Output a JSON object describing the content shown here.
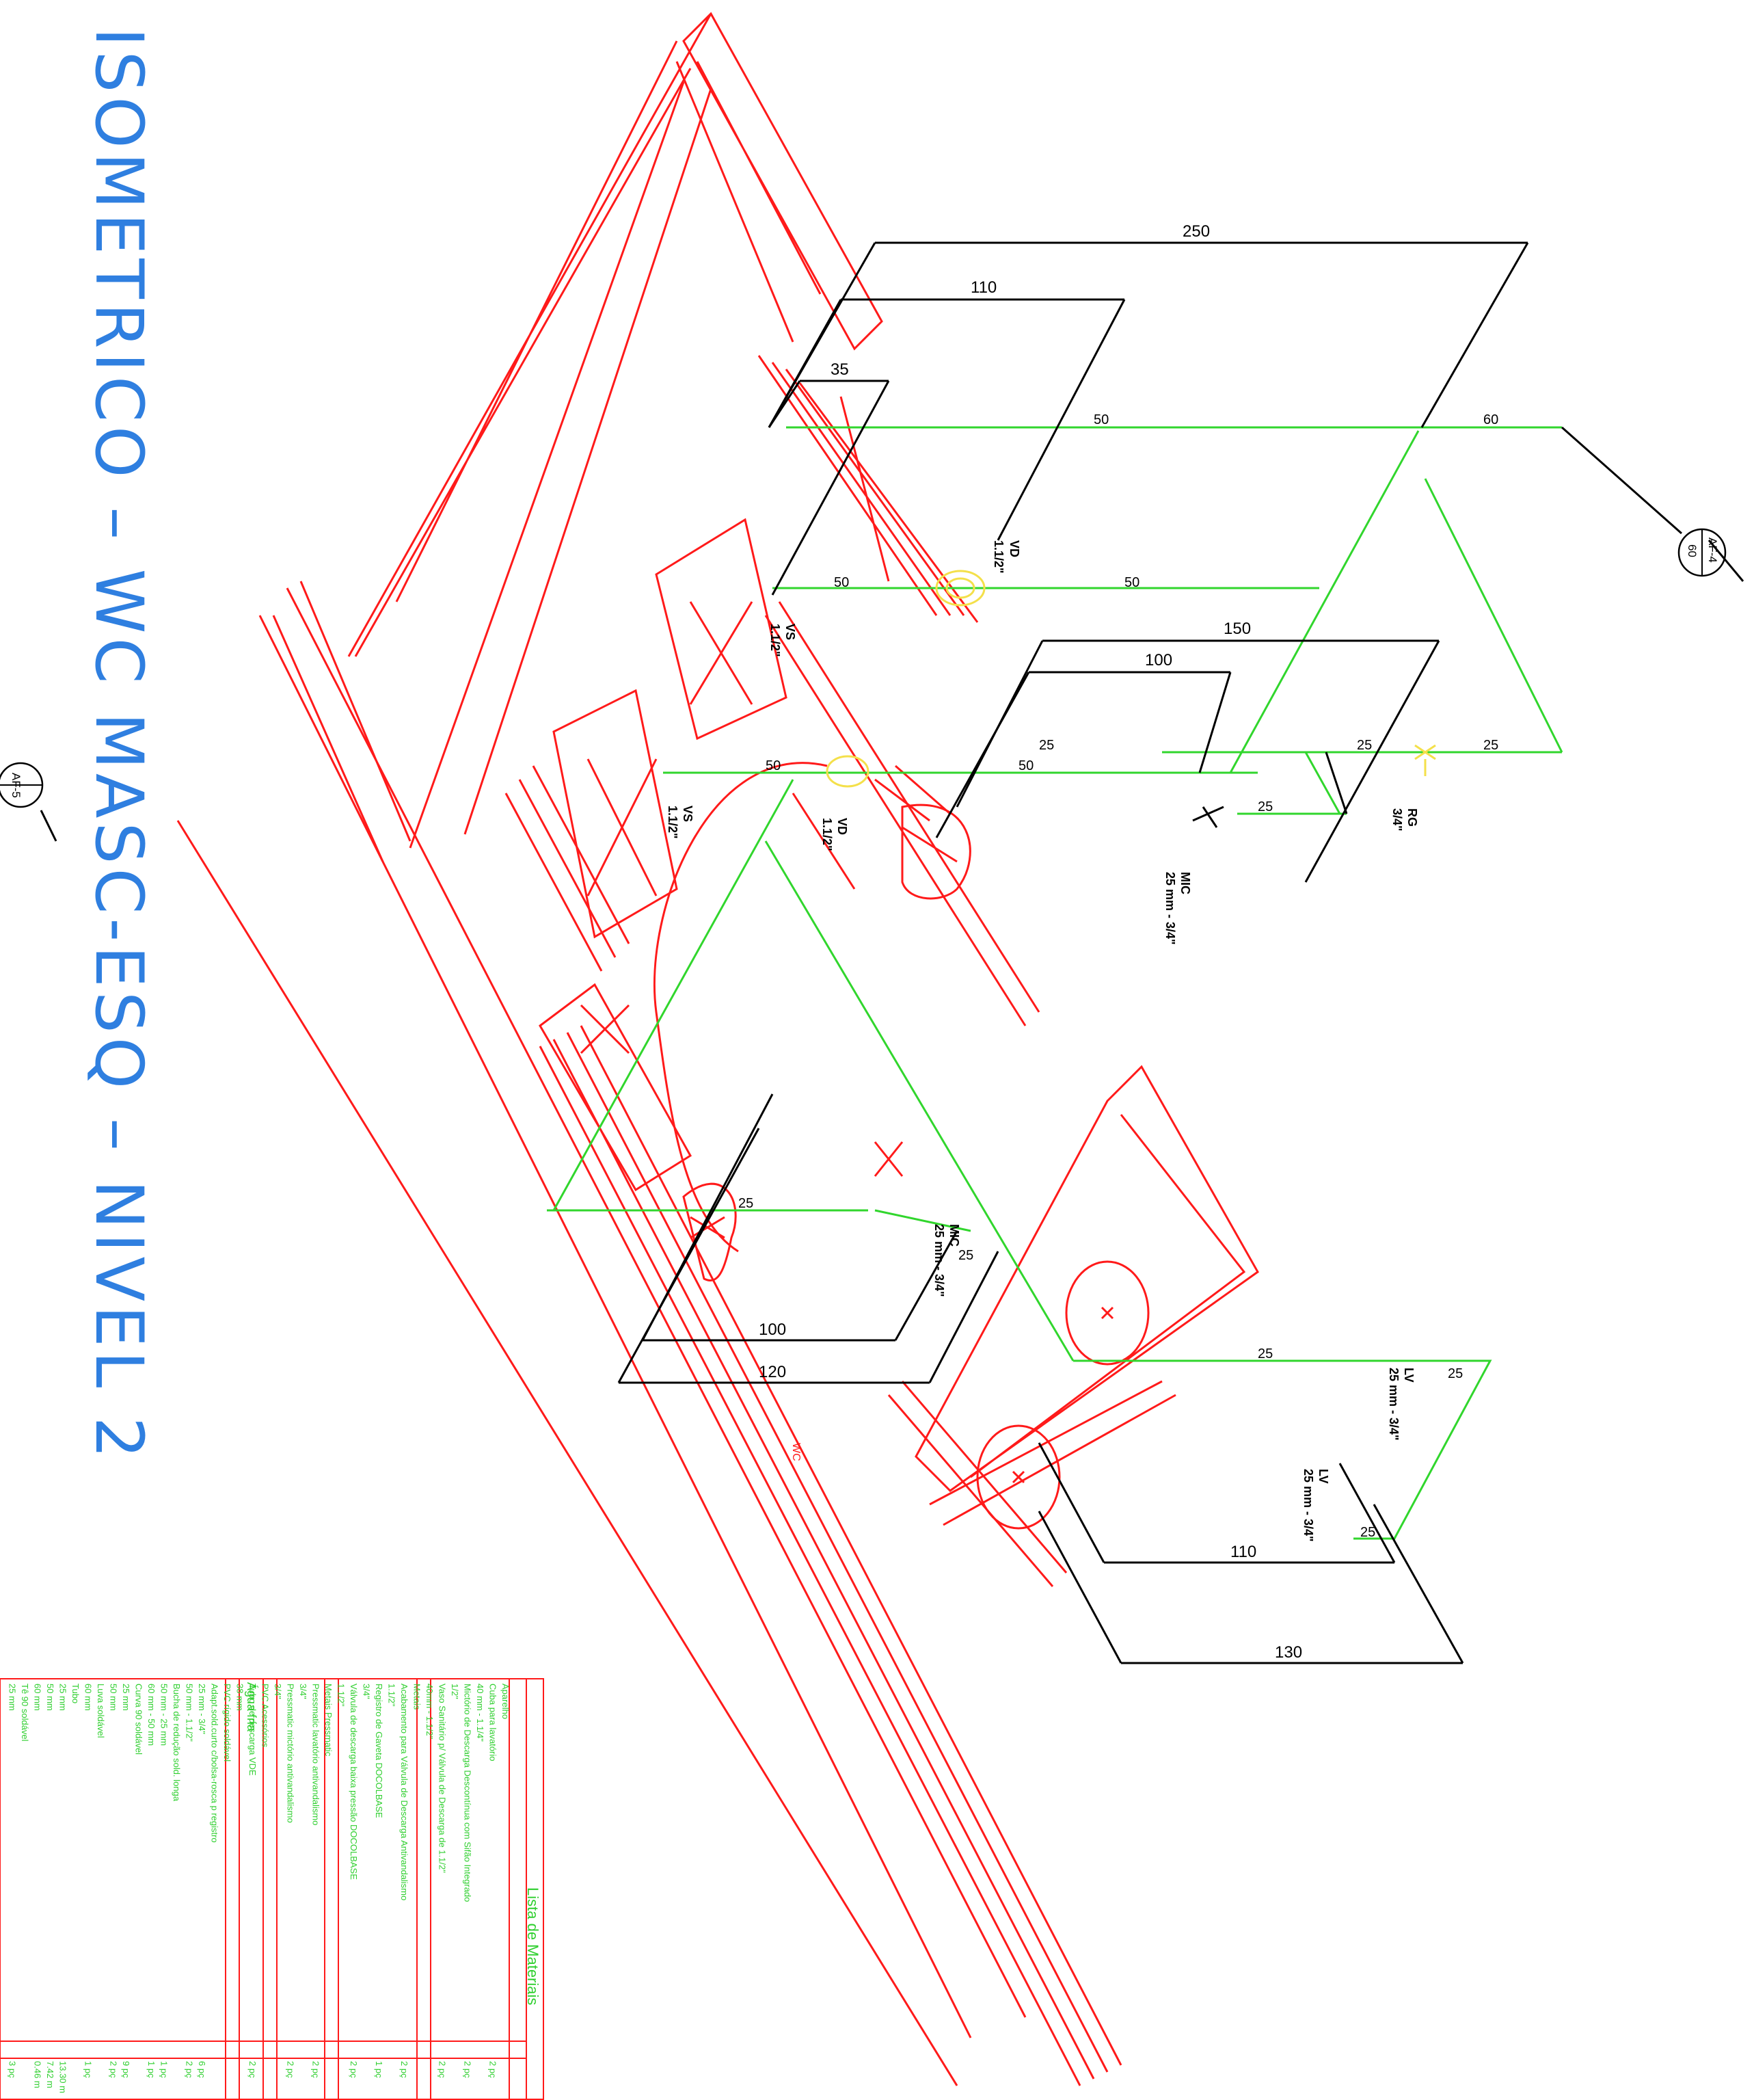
{
  "title": "ISOMETRICO – WC MASC-ESQ – NIVEL 2",
  "markers": {
    "af5": "AF-5",
    "af4": "AF-4",
    "af4_size": "60"
  },
  "dimensions": {
    "d250": "250",
    "d110_top": "110",
    "d35": "35",
    "d150": "150",
    "d100_mid": "100",
    "d100_bottom": "100",
    "d120": "120",
    "d110_bottom": "110",
    "d130": "130"
  },
  "pipe_sizes": {
    "s50": "50",
    "s60": "60",
    "s25": "25"
  },
  "fixture_labels": {
    "vd": "VD",
    "vd_size": "1.1/2\"",
    "vs": "VS",
    "vs_size": "1.1/2\"",
    "rg": "RG",
    "rg_size": "3/4\"",
    "mic": "MIC",
    "mic_size": "25 mm - 3/4\"",
    "lv": "LV",
    "lv_size": "25 mm - 3/4\"",
    "wc": "WC"
  },
  "materials": {
    "title": "Lista de Materiais",
    "section_water": "Água fria",
    "lines": [
      {
        "text": "Aparelho",
        "qty": ""
      },
      {
        "text": "Cuba para lavatório",
        "qty": "2 pç"
      },
      {
        "text": "40 mm - 1.1/4\"",
        "qty": ""
      },
      {
        "text": "Mictório de Descarga Descontínua com Sifão Integrado",
        "qty": "2 pç"
      },
      {
        "text": "1/2\"",
        "qty": ""
      },
      {
        "text": "Vaso Sanitário p/ Válvula de Descarga de 1.1/2\"",
        "qty": "2 pç"
      },
      {
        "text": "40mm - 1.1/2\"",
        "qty": ""
      },
      {
        "text": "Metais",
        "qty": ""
      },
      {
        "text": "Acabamento para Válvula de Descarga Antivandalismo",
        "qty": "2 pç"
      },
      {
        "text": "1.1/2\"",
        "qty": ""
      },
      {
        "text": "Registro de Gaveta DOCOLBASE",
        "qty": "1 pç"
      },
      {
        "text": "3/4\"",
        "qty": ""
      },
      {
        "text": "Válvula de descarga baixa pressão DOCOLBASE",
        "qty": "2 pç"
      },
      {
        "text": "1.1/2\"",
        "qty": ""
      },
      {
        "text": "Metais Pressmatic",
        "qty": ""
      },
      {
        "text": "Pressmatic lavatório antivandalismo",
        "qty": "2 pç"
      },
      {
        "text": "3/4\"",
        "qty": ""
      },
      {
        "text": "Pressmatic mictório antivandalismo",
        "qty": "2 pç"
      },
      {
        "text": "3/4\"",
        "qty": ""
      },
      {
        "text": "PVC Acessórios",
        "qty": ""
      },
      {
        "text": "Tubo de descarga VDE",
        "qty": "2 pç"
      },
      {
        "text": "38 mm",
        "qty": ""
      },
      {
        "text": "PVC rígido soldável",
        "qty": ""
      },
      {
        "text": "Adapt.sold.curto c/bolsa-rosca p registro",
        "qty": ""
      },
      {
        "text": "25 mm - 3/4\"",
        "qty": "6 pç"
      },
      {
        "text": "50 mm - 1.1/2\"",
        "qty": "2 pç"
      },
      {
        "text": "Bucha de redução sold. longa",
        "qty": ""
      },
      {
        "text": "50 mm - 25 mm",
        "qty": "1 pç"
      },
      {
        "text": "60 mm - 50 mm",
        "qty": "1 pç"
      },
      {
        "text": "Curva 90 soldável",
        "qty": ""
      },
      {
        "text": "25 mm",
        "qty": "9 pç"
      },
      {
        "text": "50 mm",
        "qty": "2 pç"
      },
      {
        "text": "Luva soldável",
        "qty": ""
      },
      {
        "text": "60 mm",
        "qty": "1 pç"
      },
      {
        "text": "Tubo",
        "qty": ""
      },
      {
        "text": "25 mm",
        "qty": "13.30 m"
      },
      {
        "text": "50 mm",
        "qty": "7.42 m"
      },
      {
        "text": "60 mm",
        "qty": "0.46 m"
      },
      {
        "text": "Tê 90 soldável",
        "qty": ""
      },
      {
        "text": "25 mm",
        "qty": "3 pç"
      }
    ]
  }
}
